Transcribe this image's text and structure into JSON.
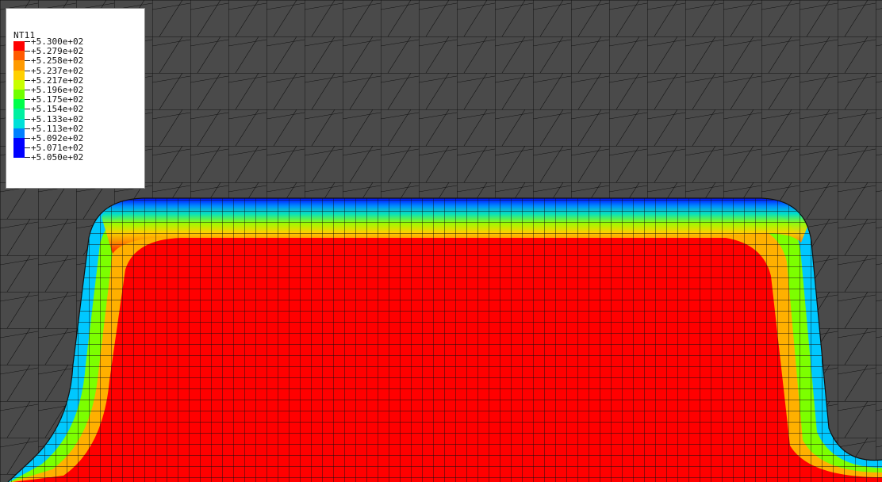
{
  "colors": {
    "background": "#ffffff",
    "mesh_background": "#4a4a4a",
    "mesh_line": "#111111",
    "legend_border": "#8a8a8a"
  },
  "legend": {
    "title": "NT11",
    "labels": [
      "+5.300e+02",
      "+5.279e+02",
      "+5.258e+02",
      "+5.237e+02",
      "+5.217e+02",
      "+5.196e+02",
      "+5.175e+02",
      "+5.154e+02",
      "+5.133e+02",
      "+5.113e+02",
      "+5.092e+02",
      "+5.071e+02",
      "+5.050e+02"
    ],
    "colors": [
      "#ff0000",
      "#ff5a00",
      "#ff9a00",
      "#ffd000",
      "#c8ff00",
      "#70ff00",
      "#00ff4a",
      "#00f0a0",
      "#00e0d8",
      "#0080ff",
      "#0000ff",
      "#0000ff"
    ]
  }
}
